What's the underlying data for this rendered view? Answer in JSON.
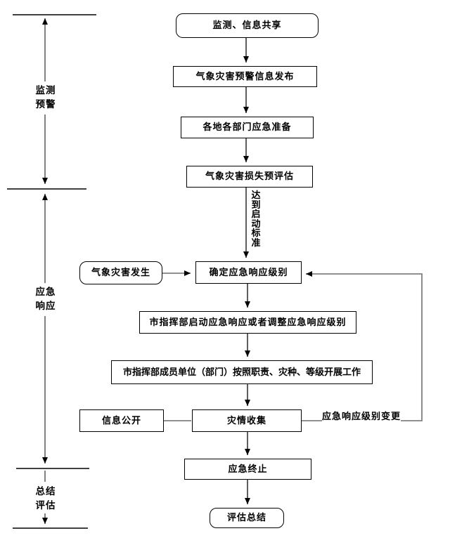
{
  "diagram": {
    "type": "flowchart",
    "language": "zh-CN",
    "subject": "气象灾害应急响应流程",
    "phases": [
      {
        "id": "monitoring",
        "lines": [
          "监测",
          "预警"
        ]
      },
      {
        "id": "response",
        "lines": [
          "应急",
          "响应"
        ]
      },
      {
        "id": "evaluation",
        "lines": [
          "总结",
          "评估"
        ]
      }
    ],
    "nodes": {
      "monitor_share": "监测、信息共享",
      "warning_release": "气象灾害预警信息发布",
      "emergency_prep": "各地各部门应急准备",
      "loss_preassess": "气象灾害损失预评估",
      "disaster_occur": "气象灾害发生",
      "determine_level": "确定应急响应级别",
      "start_adjust": "市指挥部启动应急响应或者调整应急响应级别",
      "members_work": "市指挥部成员单位（部门）按照职责、灾种、等级开展工作",
      "info_public": "信息公开",
      "disaster_collect": "灾情收集",
      "emergency_end": "应急终止",
      "assess_summary": "评估总结"
    },
    "edge_labels": {
      "reach_threshold": "达到启动标准",
      "level_change": "应急响应级别变更"
    },
    "colors": {
      "background": "#ffffff",
      "box_border": "#000000",
      "flow_arrow": "#1a1a1a",
      "connector": "#808080",
      "axis": "#000000"
    }
  }
}
